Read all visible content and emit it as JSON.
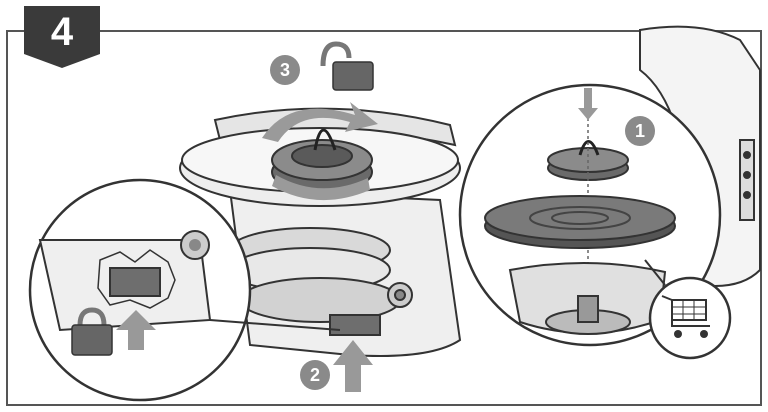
{
  "step": {
    "number": "4",
    "badge_color": "#3a3a3a"
  },
  "callouts": [
    {
      "label": "1",
      "icon": "disc-stack-icon"
    },
    {
      "label": "2",
      "icon": "up-arrow-icon"
    },
    {
      "label": "3",
      "icon": "unlock-icon"
    }
  ],
  "icons": {
    "cart": "shopping-cart-icon",
    "locked": "lock-icon",
    "unlocked": "unlock-icon"
  },
  "colors": {
    "ink": "#333333",
    "grey": "#8a8a8a",
    "disc": "#6e6e6e",
    "light": "#d4d4d4"
  }
}
